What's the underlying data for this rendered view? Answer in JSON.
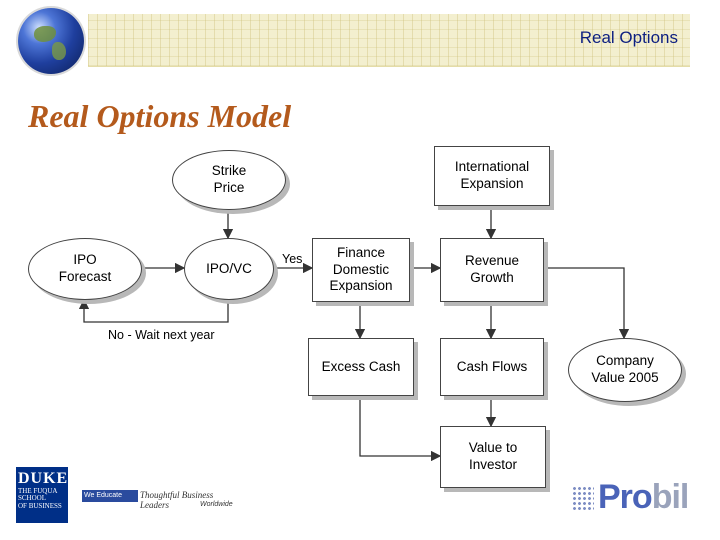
{
  "header": {
    "title": "Real Options"
  },
  "page": {
    "title": "Real Options Model"
  },
  "diagram": {
    "nodes": {
      "strike_price": "Strike\nPrice",
      "ipo_forecast": "IPO\nForecast",
      "ipo_vc": "IPO/VC",
      "finance_domestic": "Finance\nDomestic\nExpansion",
      "international_expansion": "International\nExpansion",
      "revenue_growth": "Revenue\nGrowth",
      "excess_cash": "Excess Cash",
      "cash_flows": "Cash Flows",
      "company_value": "Company\nValue 2005",
      "value_to_investor": "Value to\nInvestor"
    },
    "labels": {
      "yes": "Yes",
      "no_wait": "No - Wait next year"
    }
  },
  "footer": {
    "duke_logo_text": "DUKE THE FUQUA SCHOOL OF BUSINESS",
    "strip_text": "We Educate Thoughtful Business Leaders Worldwide",
    "brand": "Probil"
  }
}
